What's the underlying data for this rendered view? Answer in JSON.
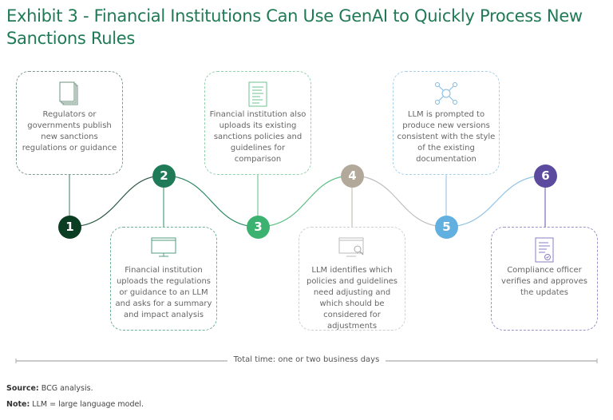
{
  "title": "Exhibit 3 - Financial Institutions Can Use GenAI to Quickly Process New Sanctions Rules",
  "steps": [
    {
      "number": "1",
      "text": "Regulators or governments publish new sanctions regulations or guidance",
      "icon": "documents-icon",
      "color": "#0b3d22"
    },
    {
      "number": "2",
      "text": "Financial institution uploads the regulations or guidance to an LLM and asks for a summary and impact analysis",
      "icon": "monitor-icon",
      "color": "#1f7a57"
    },
    {
      "number": "3",
      "text": "Financial institution also uploads its existing sanctions policies and guidelines for comparison",
      "icon": "document-lines-icon",
      "color": "#3bb26f"
    },
    {
      "number": "4",
      "text": "LLM identifies which policies and guidelines need adjusting and which should be considered for adjustments",
      "icon": "monitor-search-icon",
      "color": "#b3a99a"
    },
    {
      "number": "5",
      "text": "LLM is prompted to produce new versions consistent with the style of the existing documentation",
      "icon": "network-icon",
      "color": "#62b0e0"
    },
    {
      "number": "6",
      "text": "Compliance officer verifies and approves the updates",
      "icon": "approved-document-icon",
      "color": "#5b4a9e"
    }
  ],
  "total_time": "Total time: one or two business days",
  "source_label": "Source:",
  "source_text": "BCG analysis.",
  "note_label": "Note:",
  "note_text": "LLM = large language model."
}
